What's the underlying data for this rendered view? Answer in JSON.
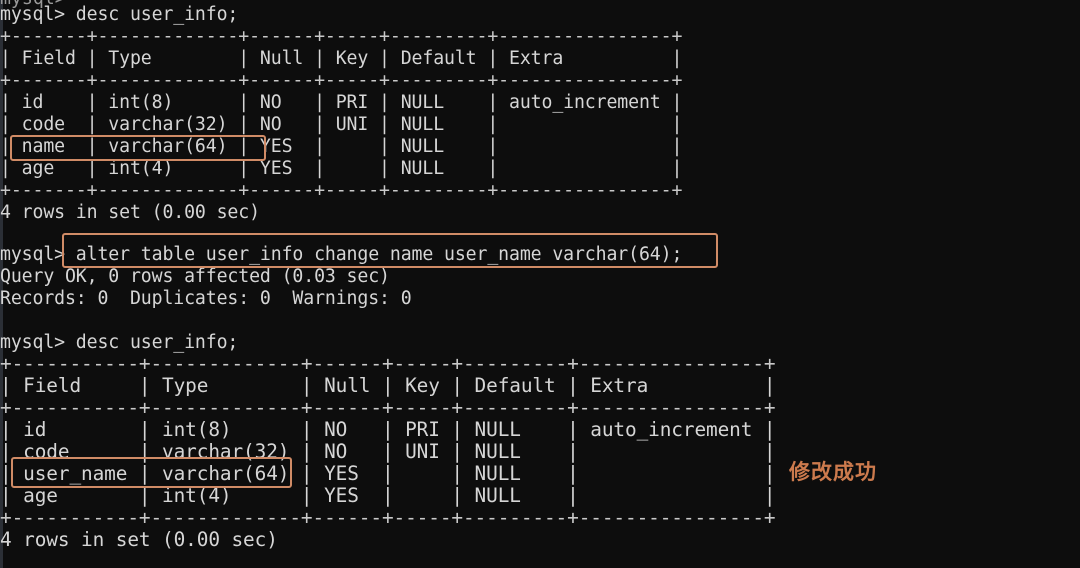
{
  "terminal": {
    "background_color": "#0d0d0d",
    "text_color": "#d6d6d6",
    "highlight_color": "#d08b66",
    "annotation_color": "#cc7a4d",
    "prompt": "mysql>"
  },
  "clipped_top_line": "mysql>",
  "lines": {
    "l01": "mysql> desc user_info;",
    "l02": "+-------+-------------+------+-----+---------+----------------+",
    "l03": "| Field | Type        | Null | Key | Default | Extra          |",
    "l04": "+-------+-------------+------+-----+---------+----------------+",
    "l05": "| id    | int(8)      | NO   | PRI | NULL    | auto_increment |",
    "l06": "| code  | varchar(32) | NO   | UNI | NULL    |                |",
    "l07": "| name  | varchar(64) | YES  |     | NULL    |                |",
    "l08": "| age   | int(4)      | YES  |     | NULL    |                |",
    "l09": "+-------+-------------+------+-----+---------+----------------+",
    "l10": "4 rows in set (0.00 sec)",
    "l11": "",
    "l12": "mysql> alter table user_info change name user_name varchar(64);",
    "l13": "Query OK, 0 rows affected (0.03 sec)",
    "l14": "Records: 0  Duplicates: 0  Warnings: 0",
    "l15": "",
    "l16": "mysql> desc user_info;",
    "l17": "+-----------+-------------+------+-----+---------+----------------+",
    "l18": "| Field     | Type        | Null | Key | Default | Extra          |",
    "l19": "+-----------+-------------+------+-----+---------+----------------+",
    "l20": "| id        | int(8)      | NO   | PRI | NULL    | auto_increment |",
    "l21": "| code      | varchar(32) | NO   | UNI | NULL    |                |",
    "l22": "| user_name | varchar(64) | YES  |     | NULL    |                |",
    "l23": "| age       | int(4)      | YES  |     | NULL    |                |",
    "l24": "+-----------+-------------+------+-----+---------+----------------+",
    "l25": "4 rows in set (0.00 sec)"
  },
  "annotations": {
    "success_note": "修改成功"
  },
  "table_before": {
    "columns": [
      "Field",
      "Type",
      "Null",
      "Key",
      "Default",
      "Extra"
    ],
    "rows": [
      [
        "id",
        "int(8)",
        "NO",
        "PRI",
        "NULL",
        "auto_increment"
      ],
      [
        "code",
        "varchar(32)",
        "NO",
        "UNI",
        "NULL",
        ""
      ],
      [
        "name",
        "varchar(64)",
        "YES",
        "",
        "NULL",
        ""
      ],
      [
        "age",
        "int(4)",
        "YES",
        "",
        "NULL",
        ""
      ]
    ],
    "footer": "4 rows in set (0.00 sec)"
  },
  "table_after": {
    "columns": [
      "Field",
      "Type",
      "Null",
      "Key",
      "Default",
      "Extra"
    ],
    "rows": [
      [
        "id",
        "int(8)",
        "NO",
        "PRI",
        "NULL",
        "auto_increment"
      ],
      [
        "code",
        "varchar(32)",
        "NO",
        "UNI",
        "NULL",
        ""
      ],
      [
        "user_name",
        "varchar(64)",
        "YES",
        "",
        "NULL",
        ""
      ],
      [
        "age",
        "int(4)",
        "YES",
        "",
        "NULL",
        ""
      ]
    ],
    "footer": "4 rows in set (0.00 sec)"
  },
  "query_result": {
    "status": "Query OK, 0 rows affected (0.03 sec)",
    "counters": "Records: 0  Duplicates: 0  Warnings: 0"
  }
}
